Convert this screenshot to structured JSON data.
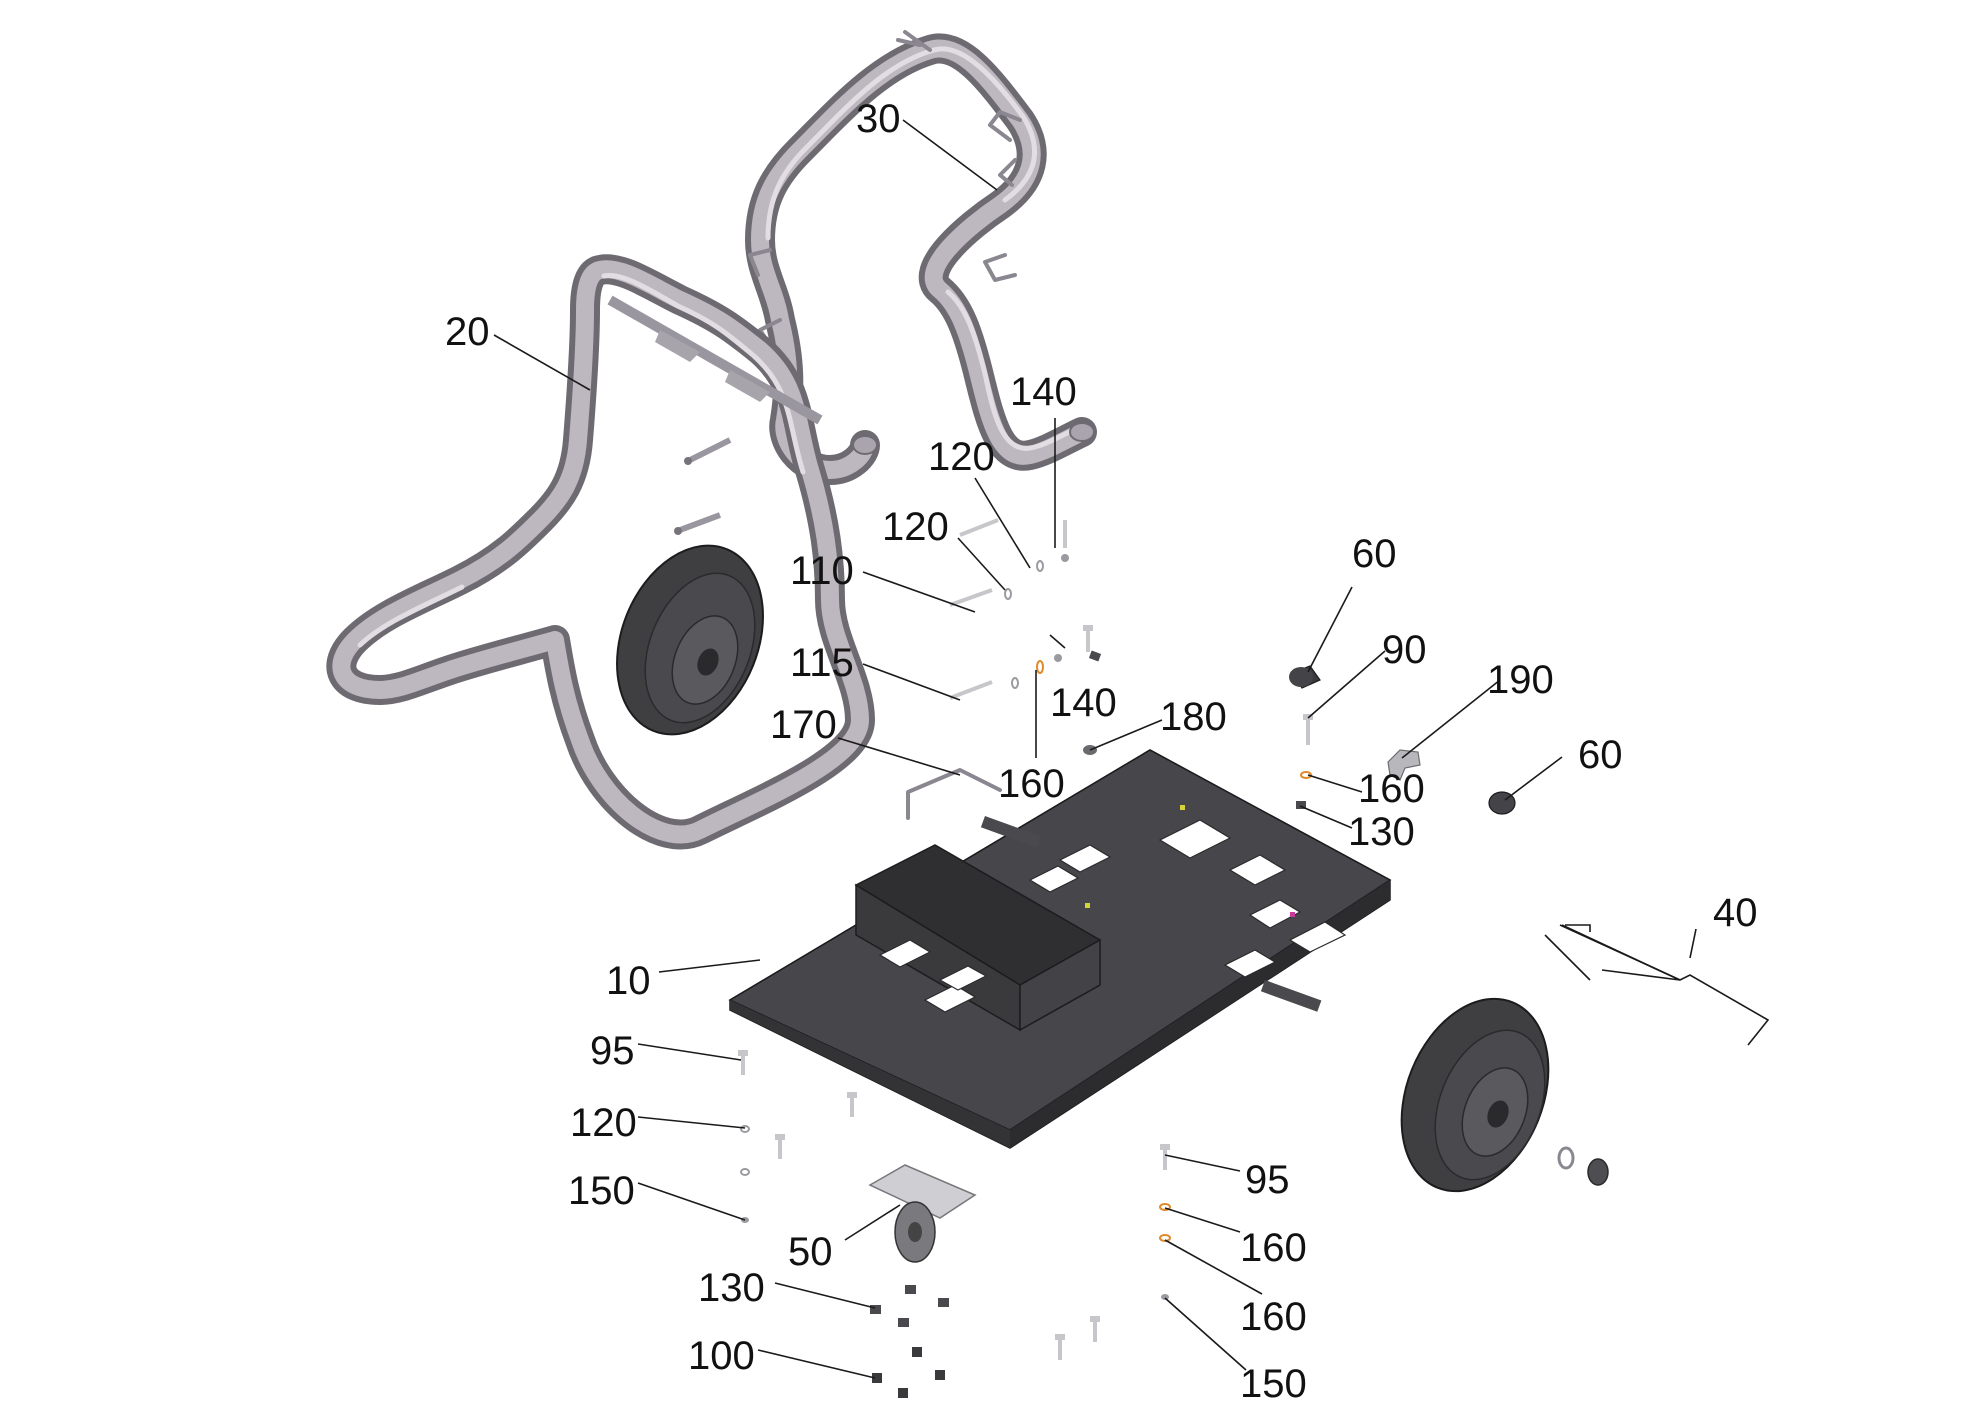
{
  "diagram": {
    "callouts": [
      {
        "id": "c30",
        "label": "30"
      },
      {
        "id": "c20",
        "label": "20"
      },
      {
        "id": "c140a",
        "label": "140"
      },
      {
        "id": "c120a",
        "label": "120"
      },
      {
        "id": "c120b",
        "label": "120"
      },
      {
        "id": "c110",
        "label": "110"
      },
      {
        "id": "c115",
        "label": "115"
      },
      {
        "id": "c140b",
        "label": "140"
      },
      {
        "id": "c170",
        "label": "170"
      },
      {
        "id": "c160a",
        "label": "160"
      },
      {
        "id": "c180",
        "label": "180"
      },
      {
        "id": "c60a",
        "label": "60"
      },
      {
        "id": "c90",
        "label": "90"
      },
      {
        "id": "c190",
        "label": "190"
      },
      {
        "id": "c160b",
        "label": "160"
      },
      {
        "id": "c130a",
        "label": "130"
      },
      {
        "id": "c60b",
        "label": "60"
      },
      {
        "id": "c40",
        "label": "40"
      },
      {
        "id": "c10",
        "label": "10"
      },
      {
        "id": "c95a",
        "label": "95"
      },
      {
        "id": "c120c",
        "label": "120"
      },
      {
        "id": "c150a",
        "label": "150"
      },
      {
        "id": "c50",
        "label": "50"
      },
      {
        "id": "c130b",
        "label": "130"
      },
      {
        "id": "c100",
        "label": "100"
      },
      {
        "id": "c95b",
        "label": "95"
      },
      {
        "id": "c160c",
        "label": "160"
      },
      {
        "id": "c160d",
        "label": "160"
      },
      {
        "id": "c150b",
        "label": "150"
      }
    ]
  },
  "colors": {
    "tube": "#bdb8c0",
    "base_plate": "#3b3b3e",
    "tire": "#3f3f42",
    "washer_accent": "#e08a2c",
    "background": "#ffffff"
  }
}
